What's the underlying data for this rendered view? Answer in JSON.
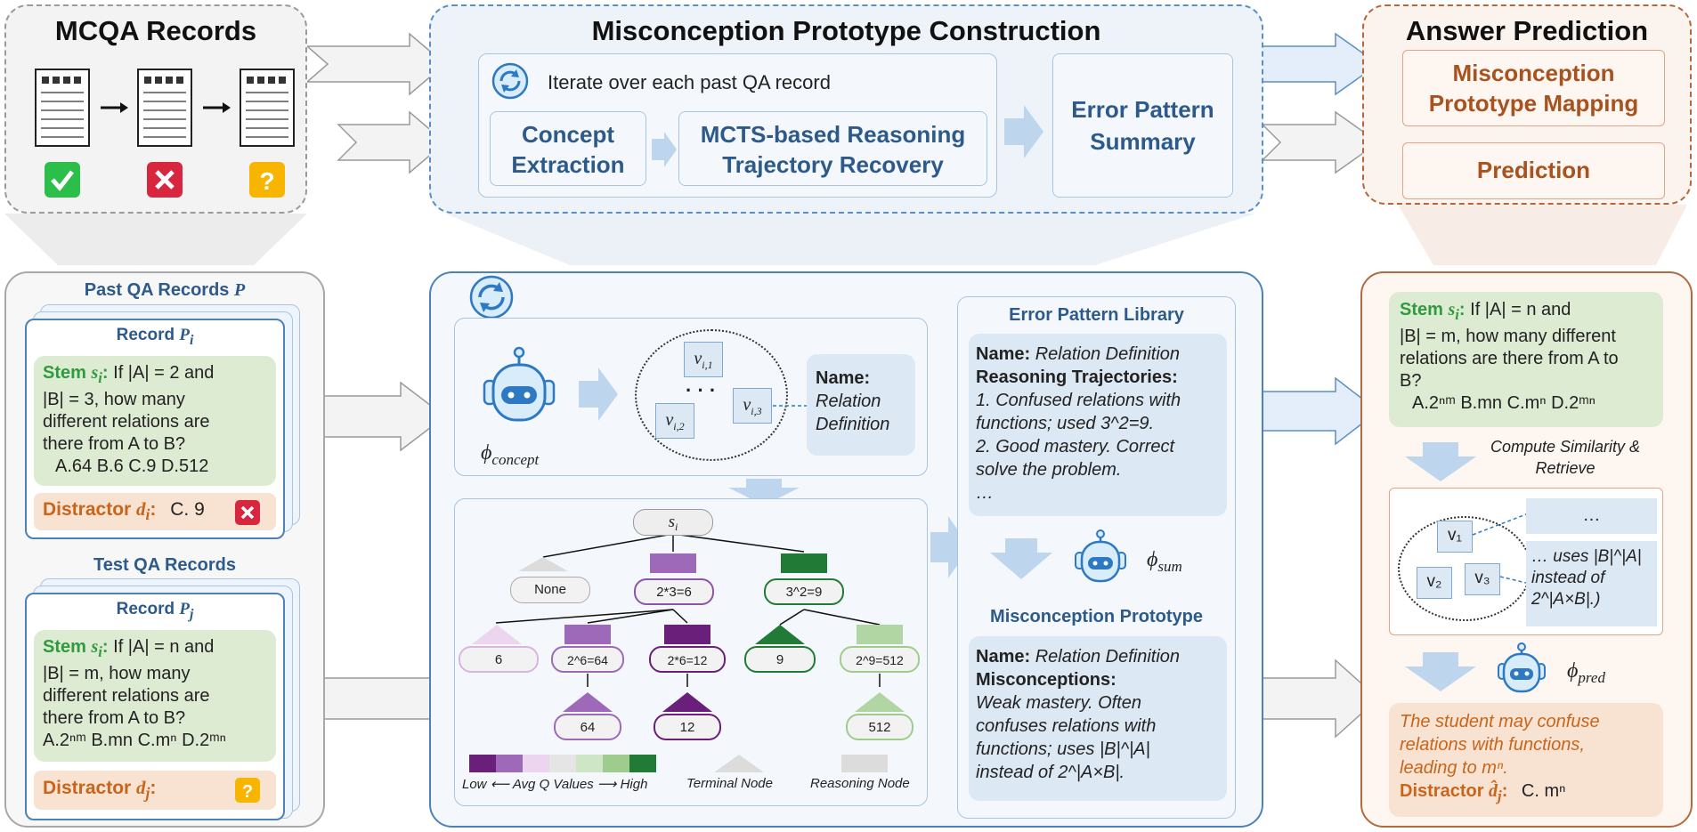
{
  "sections": {
    "mcqa": "MCQA Records",
    "construction": "Misconception Prototype Construction",
    "prediction": "Answer Prediction"
  },
  "construction": {
    "iterate": "Iterate over each past QA record",
    "concept": "Concept Extraction",
    "mcts": "MCTS-based Reasoning Trajectory Recovery",
    "summary": "Error Pattern Summary"
  },
  "prediction_top": {
    "mapping": "Misconception Prototype Mapping",
    "predict": "Prediction"
  },
  "past": {
    "title": "Past QA Records",
    "title_var": "P",
    "record": "Record",
    "record_var": "P",
    "record_sub": "i",
    "stem_label": "Stem",
    "stem_var": "s",
    "stem_sub": "i",
    "stem_lines": [
      "If |A| = 2 and",
      "|B| = 3, how many",
      "different relations are",
      "there from A to B?"
    ],
    "options": "A.64   B.6   C.9   D.512",
    "distractor_label": "Distractor",
    "distractor_var": "d",
    "distractor_sub": "i",
    "distractor_value": "C. 9"
  },
  "test": {
    "title": "Test QA Records",
    "record": "Record",
    "record_var": "P",
    "record_sub": "j",
    "stem_label": "Stem",
    "stem_var": "s",
    "stem_sub": "i",
    "stem_lines": [
      "If |A| = n and",
      "|B| = m, how many",
      "different relations are",
      "there from A to B?"
    ],
    "options": "A.2ⁿᵐ  B.mn  C.mⁿ  D.2ᵐⁿ",
    "distractor_label": "Distractor",
    "distractor_var": "d",
    "distractor_sub": "j"
  },
  "concept_panel": {
    "phi": "ϕ",
    "phi_sub": "concept",
    "v1": "v",
    "v1_sub": "i,1",
    "v2": "v",
    "v2_sub": "i,2",
    "v3": "v",
    "v3_sub": "i,3",
    "dots": "· · ·",
    "name_label": "Name:",
    "name_value": "Relation Definition"
  },
  "tree": {
    "root": "s",
    "root_sub": "i",
    "nodes": [
      "None",
      "2*3=6",
      "3^2=9",
      "6",
      "2^6=64",
      "2*6=12",
      "9",
      "2^9=512",
      "64",
      "12",
      "512"
    ],
    "legend_low": "Low",
    "legend_avg": "Avg Q Values",
    "legend_high": "High",
    "legend_terminal": "Terminal Node",
    "legend_reasoning": "Reasoning Node"
  },
  "library": {
    "title": "Error Pattern Library",
    "name_label": "Name:",
    "name_value": "Relation Definition",
    "traj_label": "Reasoning Trajectories:",
    "lines": [
      "1. Confused relations with",
      "functions; used 3^2=9.",
      "2. Good mastery. Correct",
      "solve the problem.",
      "…"
    ],
    "phi": "ϕ",
    "phi_sub": "sum"
  },
  "prototype": {
    "title": "Misconception Prototype",
    "name_label": "Name:",
    "name_value": "Relation Definition",
    "misc_label": "Misconceptions:",
    "lines": [
      "Weak mastery. Often",
      "confuses relations with",
      "functions; uses |B|^|A|",
      "instead of 2^|A×B|."
    ]
  },
  "right": {
    "stem_label": "Stem",
    "stem_var": "s",
    "stem_sub": "i",
    "stem_lines": [
      "If |A| = n and",
      "|B| = m, how many different",
      "relations are there from A to",
      "B?"
    ],
    "options": "A.2ⁿᵐ  B.mn  C.mⁿ  D.2ᵐⁿ",
    "similarity": "Compute Similarity & Retrieve",
    "v1": "v₁",
    "v2": "v₂",
    "v3": "v₃",
    "retr_dots": "…",
    "retr_text": "… uses |B|^|A| instead of 2^|A×B|.)",
    "phi": "ϕ",
    "phi_sub": "pred",
    "pred_lines": [
      "The student may confuse",
      "relations with functions,",
      "leading to  mⁿ."
    ],
    "distractor_label": "Distractor",
    "distractor_var": "d̂",
    "distractor_sub": "j",
    "distractor_value": "C. mⁿ"
  },
  "colors": {
    "green": "#2f9a3e",
    "orange": "#c8651b",
    "blue_text": "#2d5a8a",
    "brown_text": "#a8521f",
    "purple_dark": "#6a1f7a",
    "green_dark": "#217a36"
  }
}
